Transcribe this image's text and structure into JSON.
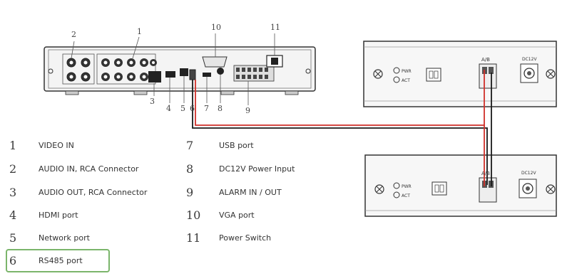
{
  "callouts": [
    "1",
    "2",
    "3",
    "4",
    "5",
    "6",
    "7",
    "8",
    "9",
    "10",
    "11"
  ],
  "legend": {
    "left": [
      {
        "num": "1",
        "label": "VIDEO IN"
      },
      {
        "num": "2",
        "label": "AUDIO IN, RCA Connector"
      },
      {
        "num": "3",
        "label": "AUDIO OUT, RCA Connector"
      },
      {
        "num": "4",
        "label": "HDMI port"
      },
      {
        "num": "5",
        "label": "Network port"
      },
      {
        "num": "6",
        "label": "RS485 port"
      }
    ],
    "right": [
      {
        "num": "7",
        "label": "USB port"
      },
      {
        "num": "8",
        "label": "DC12V Power Input"
      },
      {
        "num": "9",
        "label": "ALARM IN / OUT"
      },
      {
        "num": "10",
        "label": "VGA port"
      },
      {
        "num": "11",
        "label": "Power Switch"
      }
    ]
  },
  "devices": {
    "top": {
      "led1": "PWR",
      "led2": "ACT",
      "port_label": "A/B",
      "power_label": "DC12V"
    },
    "bottom": {
      "led1": "PWR",
      "led2": "ACT",
      "port_label": "A/B",
      "power_label": "DC12V"
    }
  },
  "colors": {
    "wire_red": "#d0302a",
    "wire_black": "#1a1a1a",
    "highlight": "#7bb56b",
    "outline": "#555555"
  }
}
